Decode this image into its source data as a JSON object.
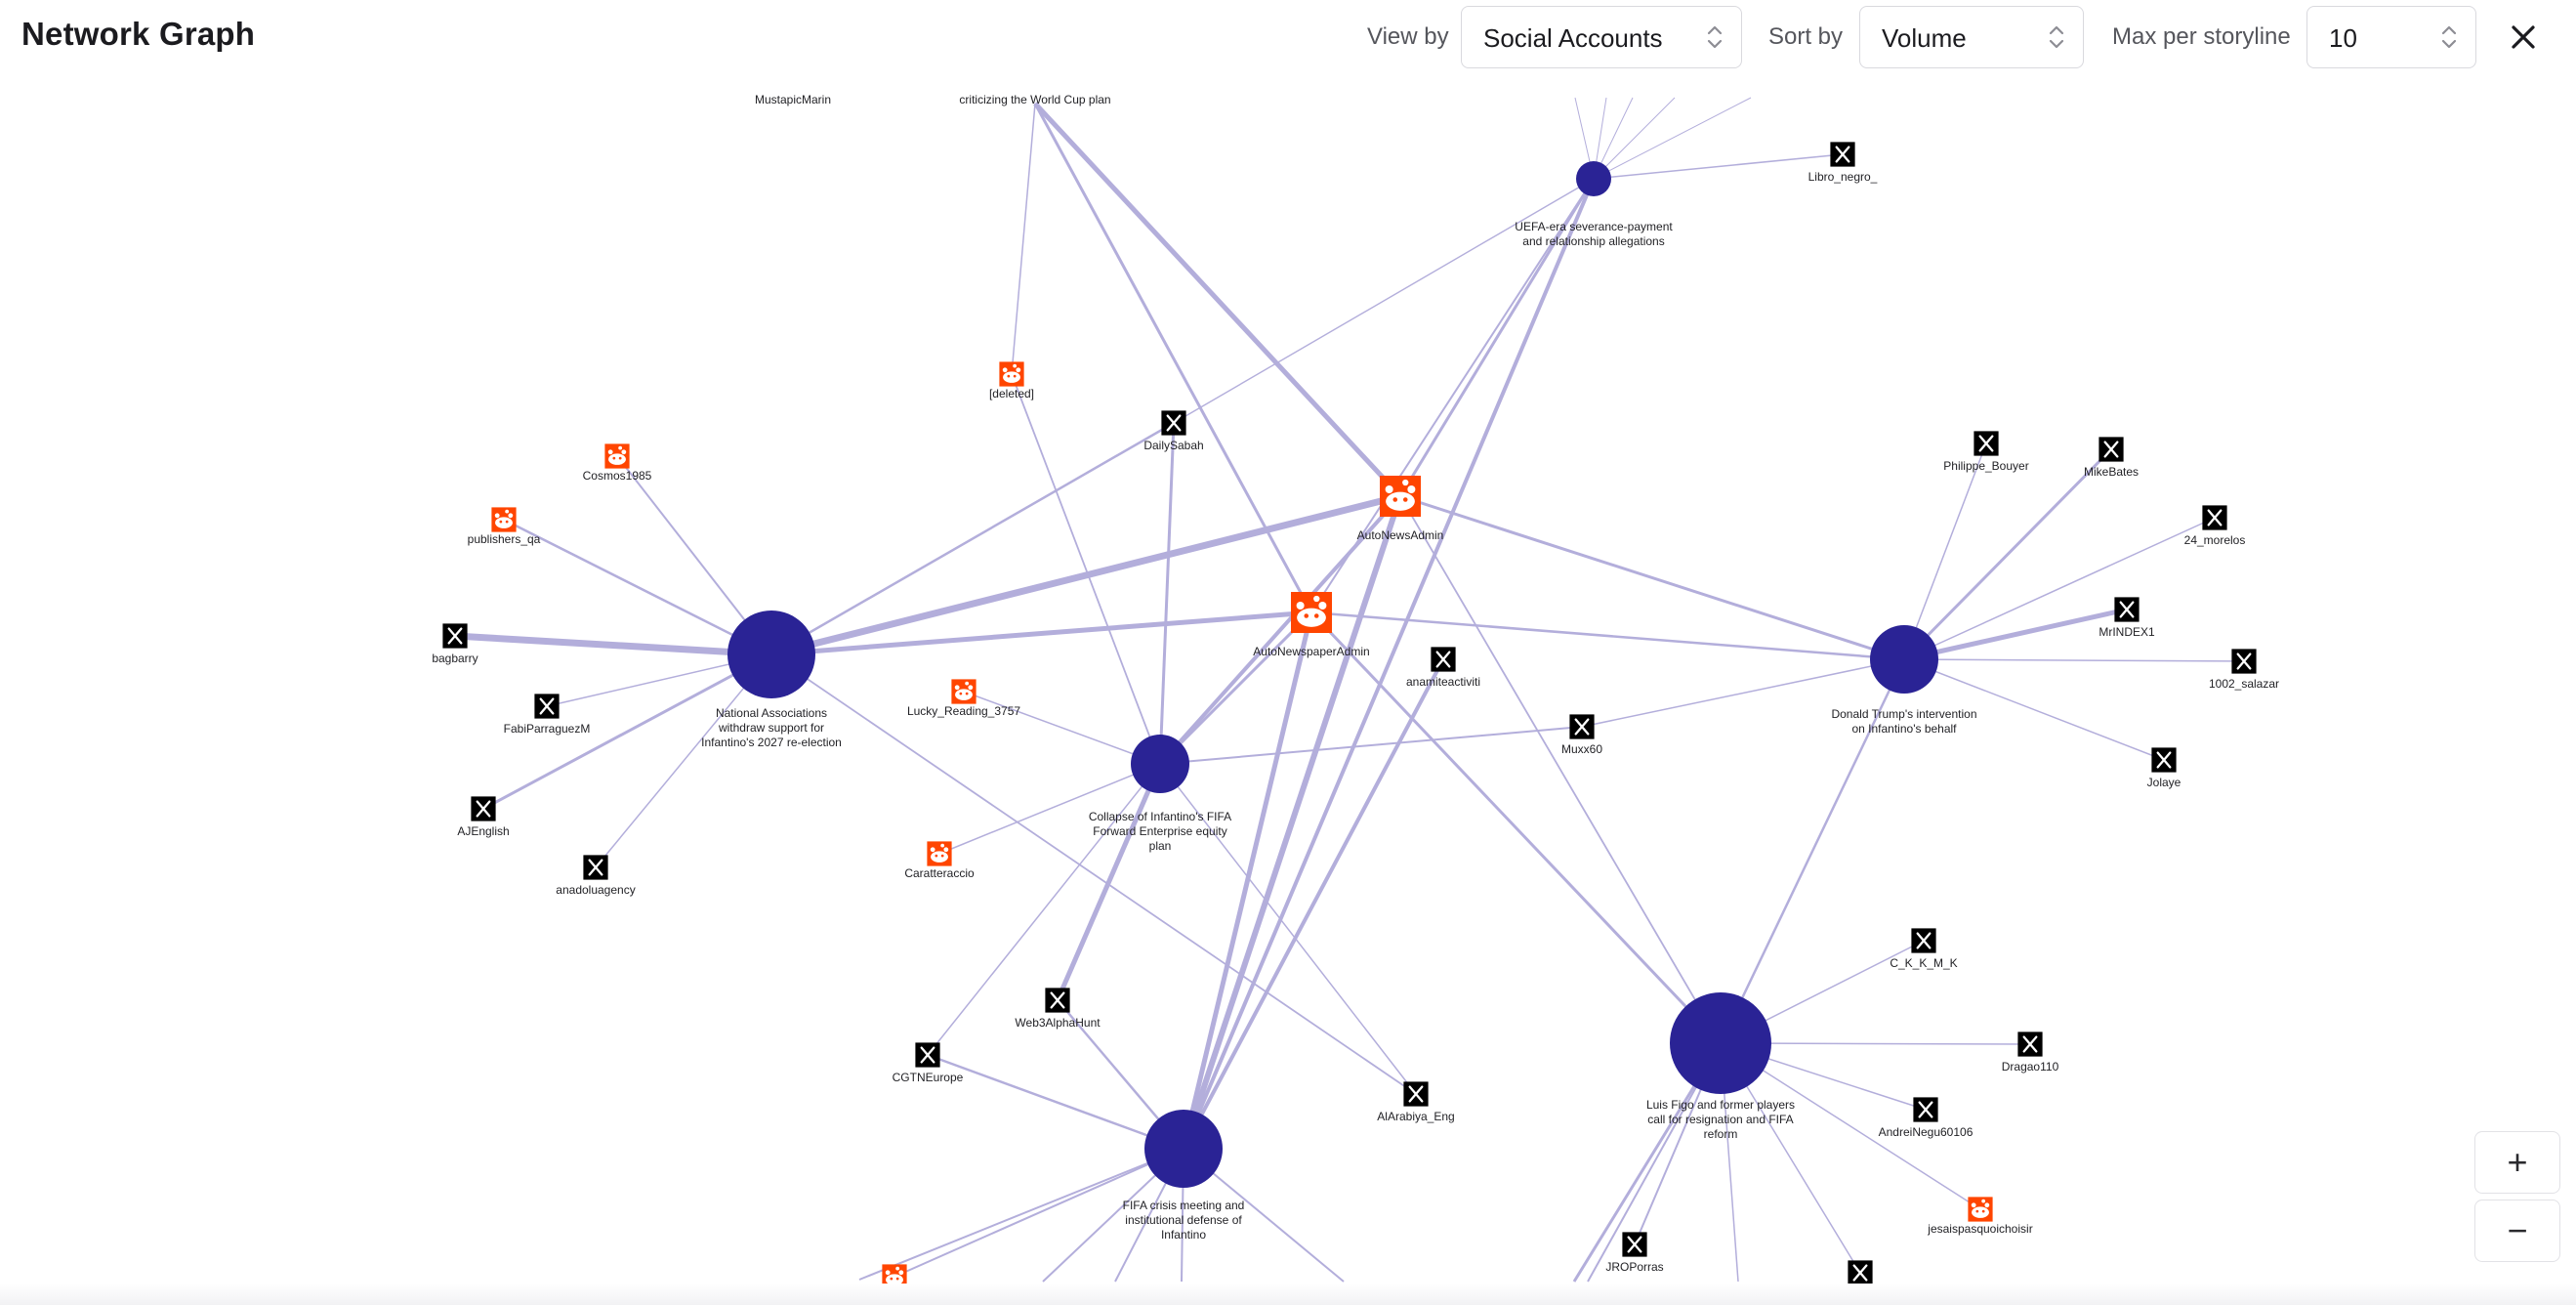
{
  "header": {
    "title": "Network Graph",
    "view_by_label": "View by",
    "view_by_value": "Social Accounts",
    "sort_by_label": "Sort by",
    "sort_by_value": "Volume",
    "max_label": "Max per storyline",
    "max_value": "10",
    "close_icon": "close-icon"
  },
  "zoom": {
    "in_label": "+",
    "out_label": "−"
  },
  "colors": {
    "storyline": "#2a2395",
    "edge": "#b3aedb",
    "reddit": "#ff4500",
    "x": "#000000"
  },
  "graph": {
    "nodes": [
      {
        "id": "s1",
        "type": "storyline",
        "label": [
          "National Associations",
          "withdraw support for",
          "Infantino's 2027 re-election"
        ]
      },
      {
        "id": "s2",
        "type": "storyline",
        "label": [
          "UEFA-era severance-payment",
          "and relationship allegations"
        ]
      },
      {
        "id": "s3",
        "type": "storyline",
        "label": [
          "Collapse of Infantino's FIFA",
          "Forward Enterprise equity",
          "plan"
        ]
      },
      {
        "id": "s4",
        "type": "storyline",
        "label": [
          "Donald Trump's intervention",
          "on Infantino's behalf"
        ]
      },
      {
        "id": "s5",
        "type": "storyline",
        "label": [
          "Luis Figo and former players",
          "call for resignation and FIFA",
          "reform"
        ]
      },
      {
        "id": "s6",
        "type": "storyline",
        "label": [
          "FIFA crisis meeting and",
          "institutional defense of",
          "Infantino"
        ]
      },
      {
        "id": "mustapic",
        "type": "text",
        "label": [
          "MustapicMarin"
        ]
      },
      {
        "id": "crit",
        "type": "text",
        "label": [
          "criticizing the World Cup plan"
        ]
      },
      {
        "id": "libro",
        "type": "x",
        "label": [
          "Libro_negro_"
        ]
      },
      {
        "id": "deleted",
        "type": "reddit",
        "label": [
          "[deleted]"
        ]
      },
      {
        "id": "dailysabah",
        "type": "x",
        "label": [
          "DailySabah"
        ]
      },
      {
        "id": "cosmos",
        "type": "reddit",
        "label": [
          "Cosmos1985"
        ]
      },
      {
        "id": "publishers",
        "type": "reddit",
        "label": [
          "publishers_qa"
        ]
      },
      {
        "id": "bagbarry",
        "type": "x",
        "label": [
          "bagbarry"
        ]
      },
      {
        "id": "fabi",
        "type": "x",
        "label": [
          "FabiParraguezM"
        ]
      },
      {
        "id": "ajenglish",
        "type": "x",
        "label": [
          "AJEnglish"
        ]
      },
      {
        "id": "anadolu",
        "type": "x",
        "label": [
          "anadoluagency"
        ]
      },
      {
        "id": "autonewsadmin",
        "type": "reddit",
        "label": [
          "AutoNewsAdmin"
        ]
      },
      {
        "id": "autonewspaper",
        "type": "reddit",
        "label": [
          "AutoNewspaperAdmin"
        ]
      },
      {
        "id": "anamite",
        "type": "x",
        "label": [
          "anamiteactiviti"
        ]
      },
      {
        "id": "lucky",
        "type": "reddit",
        "label": [
          "Lucky_Reading_3757"
        ]
      },
      {
        "id": "muxx",
        "type": "x",
        "label": [
          "Muxx60"
        ]
      },
      {
        "id": "caratteraccio",
        "type": "reddit",
        "label": [
          "Caratteraccio"
        ]
      },
      {
        "id": "philippe",
        "type": "x",
        "label": [
          "Philippe_Bouyer"
        ]
      },
      {
        "id": "mikebates",
        "type": "x",
        "label": [
          "MikeBates"
        ]
      },
      {
        "id": "morelos",
        "type": "x",
        "label": [
          "24_morelos"
        ]
      },
      {
        "id": "mrindex",
        "type": "x",
        "label": [
          "MrINDEX1"
        ]
      },
      {
        "id": "salazar",
        "type": "x",
        "label": [
          "1002_salazar"
        ]
      },
      {
        "id": "jolaye",
        "type": "x",
        "label": [
          "Jolaye"
        ]
      },
      {
        "id": "web3",
        "type": "x",
        "label": [
          "Web3AlphaHunt"
        ]
      },
      {
        "id": "cgtn",
        "type": "x",
        "label": [
          "CGTNEurope"
        ]
      },
      {
        "id": "alarabiya",
        "type": "x",
        "label": [
          "AlArabiya_Eng"
        ]
      },
      {
        "id": "ckkmk",
        "type": "x",
        "label": [
          "C_K_K_M_K"
        ]
      },
      {
        "id": "dragao",
        "type": "x",
        "label": [
          "Dragao110"
        ]
      },
      {
        "id": "andrei",
        "type": "x",
        "label": [
          "AndreiNegu60106"
        ]
      },
      {
        "id": "jesais",
        "type": "reddit",
        "label": [
          "jesaispasquoichoisir"
        ]
      },
      {
        "id": "jrop",
        "type": "x",
        "label": [
          "JROPorras"
        ]
      },
      {
        "id": "xbottom",
        "type": "x",
        "label": [
          ""
        ]
      },
      {
        "id": "rbottom",
        "type": "reddit",
        "label": [
          ""
        ]
      }
    ]
  }
}
